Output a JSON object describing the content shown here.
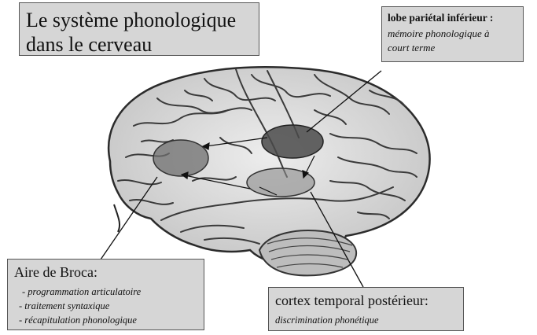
{
  "title": {
    "line1": "Le système phonologique",
    "line2": "dans le cerveau"
  },
  "regions": {
    "parietal": {
      "heading": "lobe pariétal inférieur :",
      "desc_line1": "mémoire phonologique à",
      "desc_line2": "court terme"
    },
    "broca": {
      "heading": "Aire de Broca:",
      "items": [
        "- programmation articulatoire",
        "- traitement syntaxique",
        "-  récapitulation phonologique"
      ]
    },
    "temporal": {
      "heading": "cortex temporal postérieur:",
      "desc": "discrimination phonétique"
    }
  },
  "colors": {
    "label_box": "#d6d6d6",
    "region_fill": "#6f6f6f",
    "region_dark": "#4a4a4a"
  }
}
